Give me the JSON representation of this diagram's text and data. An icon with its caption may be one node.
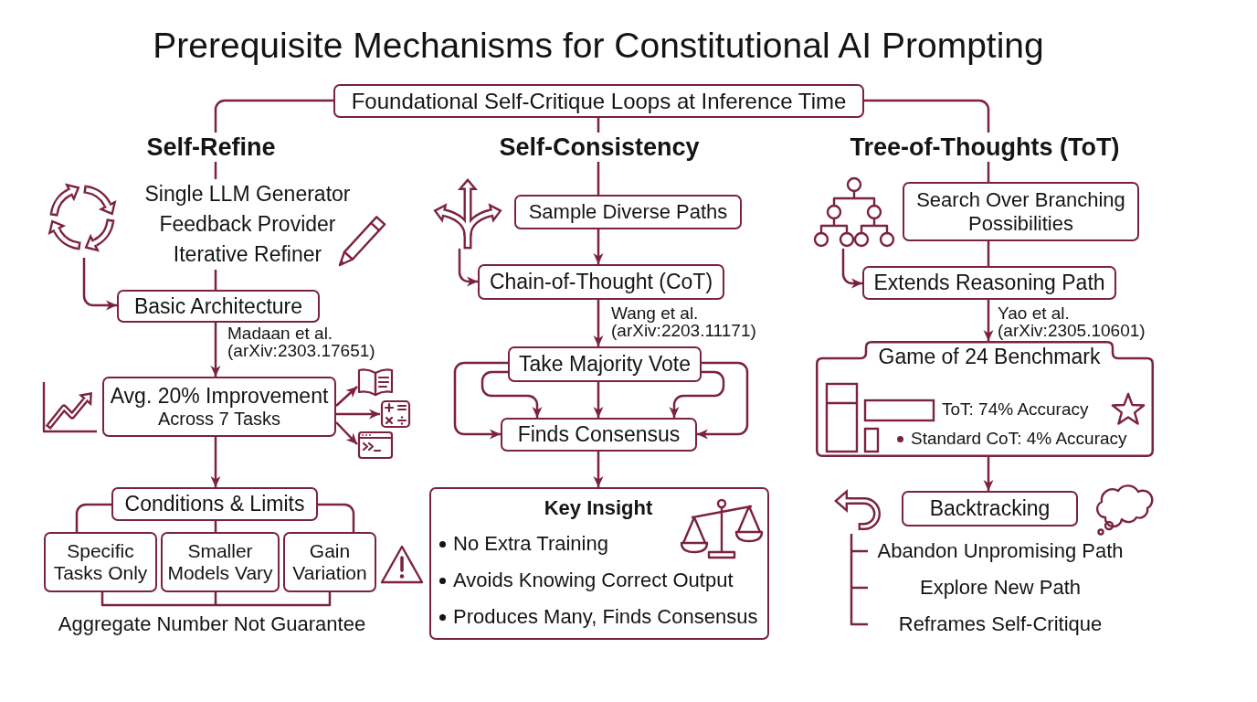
{
  "diagram": {
    "title": "Prerequisite Mechanisms for Constitutional AI Prompting",
    "nodes": [
      {
        "text": [
          "Foundational Self-Critique Loops at Inference Time"
        ]
      },
      {
        "text": [
          "Self-Refine"
        ]
      },
      {
        "text": [
          "Single LLM Generator",
          "Feedback Provider",
          "Iterative Refiner"
        ]
      },
      {
        "text": [],
        "shape": "picture"
      },
      {
        "text": [
          "Basic Architecture"
        ]
      },
      {
        "text": [
          "Avg. 20% Improvement",
          "Across 7 Tasks"
        ]
      },
      {
        "text": [],
        "shape": "picture"
      },
      {
        "text": [],
        "shape": "picture"
      },
      {
        "text": [],
        "shape": "picture"
      },
      {
        "text": [
          "Conditions & Limits"
        ]
      },
      {
        "text": [
          "Specific Tasks Only"
        ]
      },
      {
        "text": [
          "Smaller Models Vary"
        ]
      },
      {
        "text": [
          "Gain Variation"
        ]
      },
      {
        "text": [
          "Self-Consistency"
        ]
      },
      {
        "text": [],
        "shape": "picture"
      },
      {
        "text": [
          "Sample Diverse Paths"
        ]
      },
      {
        "text": [
          "Chain-of-Thought (CoT)"
        ]
      },
      {
        "text": [
          "Take Majority Vote"
        ]
      },
      {
        "text": [
          "Finds Consensus"
        ]
      },
      {
        "text": [
          "Key Insight",
          "No Extra Training",
          "Avoids Knowing Correct Output",
          "Produces Many, Finds Consensus"
        ]
      },
      {
        "text": [
          "Tree-of-Thoughts (ToT)"
        ]
      },
      {
        "text": [],
        "shape": "picture"
      },
      {
        "text": [
          "Search Over Branching Possibilities"
        ]
      },
      {
        "text": [
          "Extends Reasoning Path"
        ]
      },
      {
        "text": [
          "Game of 24 Benchmark",
          "ToT: 74% Accuracy",
          "Standard CoT: 4% Accuracy"
        ]
      },
      {
        "text": [
          "Backtracking"
        ]
      }
    ],
    "edges": [
      {
        "from": 0,
        "to": 1,
        "arrow": "none"
      },
      {
        "from": 1,
        "to": 2,
        "arrow": "none"
      },
      {
        "from": 2,
        "to": 4,
        "arrow": "none"
      },
      {
        "from": 3,
        "to": 4,
        "arrow": "to"
      },
      {
        "from": 4,
        "to": 5,
        "arrow": "to",
        "label": "Madaan et al. (arXiv:2303.17651)"
      },
      {
        "from": 5,
        "to": 6,
        "arrow": "to"
      },
      {
        "from": 5,
        "to": 7,
        "arrow": "to"
      },
      {
        "from": 5,
        "to": 8,
        "arrow": "to"
      },
      {
        "from": 5,
        "to": 9,
        "arrow": "to"
      },
      {
        "from": 9,
        "to": 10,
        "arrow": "none"
      },
      {
        "from": 9,
        "to": 11,
        "arrow": "none"
      },
      {
        "from": 9,
        "to": 12,
        "arrow": "none"
      },
      {
        "from": 0,
        "to": 13,
        "arrow": "none"
      },
      {
        "from": 13,
        "to": 15,
        "arrow": "none"
      },
      {
        "from": 14,
        "to": 16,
        "arrow": "to"
      },
      {
        "from": 15,
        "to": 16,
        "arrow": "to"
      },
      {
        "from": 16,
        "to": 17,
        "arrow": "to",
        "label": "Wang et al. (arXiv:2203.11171)"
      },
      {
        "from": 17,
        "to": 18,
        "arrow": "to"
      },
      {
        "from": 17,
        "to": 18,
        "arrow": "to"
      },
      {
        "from": 17,
        "to": 18,
        "arrow": "to"
      },
      {
        "from": 17,
        "to": 18,
        "arrow": "to"
      },
      {
        "from": 17,
        "to": 18,
        "arrow": "to"
      },
      {
        "from": 18,
        "to": 19,
        "arrow": "to"
      },
      {
        "from": 0,
        "to": 20,
        "arrow": "none"
      },
      {
        "from": 20,
        "to": 22,
        "arrow": "none"
      },
      {
        "from": 21,
        "to": 23,
        "arrow": "to"
      },
      {
        "from": 22,
        "to": 23,
        "arrow": "none"
      },
      {
        "from": 23,
        "to": 24,
        "arrow": "to",
        "label": "Yao et al. (arXiv:2305.10601)"
      },
      {
        "from": 24,
        "to": 25,
        "arrow": "to"
      }
    ],
    "labels": [
      "Aggregate Number Not Guarantee",
      "Abandon Unpromising Path",
      "Explore New Path",
      "Reframes Self-Critique"
    ]
  }
}
